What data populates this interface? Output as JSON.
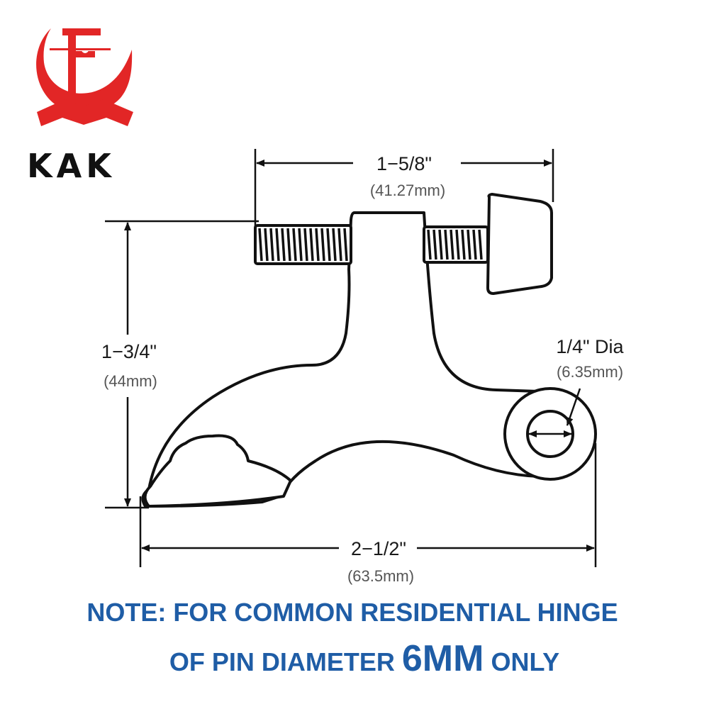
{
  "brand": {
    "name": "KAK",
    "logo_letter": "F",
    "logo_color": "#e22626"
  },
  "colors": {
    "outline": "#111111",
    "note": "#1f5da6",
    "dimension_line": "#111111"
  },
  "dimensions": {
    "top_width": {
      "inch": "1−5/8\"",
      "mm": "(41.27mm)"
    },
    "height": {
      "inch": "1−3/4\"",
      "mm": "(44mm)"
    },
    "hole": {
      "inch": "1/4\" Dia",
      "mm": "(6.35mm)"
    },
    "bottom_width": {
      "inch": "2−1/2\"",
      "mm": "(63.5mm)"
    }
  },
  "note": {
    "line1": "NOTE: FOR COMMON RESIDENTIAL HINGE",
    "line2_prefix": "OF PIN DIAMETER ",
    "line2_emphasis": "6MM",
    "line2_suffix": " ONLY"
  }
}
